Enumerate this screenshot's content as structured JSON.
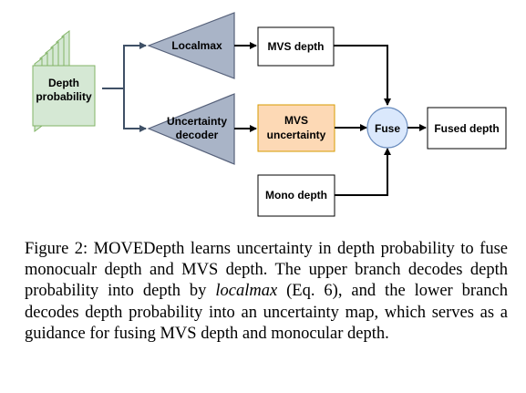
{
  "diagram": {
    "nodes": {
      "depth_probability": [
        "Depth",
        "probability"
      ],
      "localmax": "Localmax",
      "uncertainty_decoder": [
        "Uncertainty",
        "decoder"
      ],
      "mvs_depth": "MVS depth",
      "mvs_uncertainty": [
        "MVS",
        "uncertainty"
      ],
      "mono_depth": "Mono depth",
      "fuse": "Fuse",
      "fused_depth": "Fused depth"
    },
    "colors": {
      "stack_fill": "#d5e8d4",
      "stack_stroke": "#82b366",
      "triangle_fill": "#a9b4c7",
      "triangle_stroke": "#56617a",
      "uncertainty_fill": "#fdd9b5",
      "uncertainty_stroke": "#d79b00",
      "fuse_fill": "#dae8fc",
      "fuse_stroke": "#6c8ebf",
      "edge": "#000000",
      "edge_to_triangles": "#3f5066"
    }
  },
  "caption": {
    "part1": "Figure 2: MOVEDepth learns uncertainty in depth probability to fuse monocualr depth and MVS depth. The upper branch decodes depth probability into depth by ",
    "emphasis": "localmax",
    "part2": " (Eq. 6), and the lower branch decodes depth probability into an uncertainty map, which serves as a guidance for fusing MVS depth and monocular depth."
  }
}
